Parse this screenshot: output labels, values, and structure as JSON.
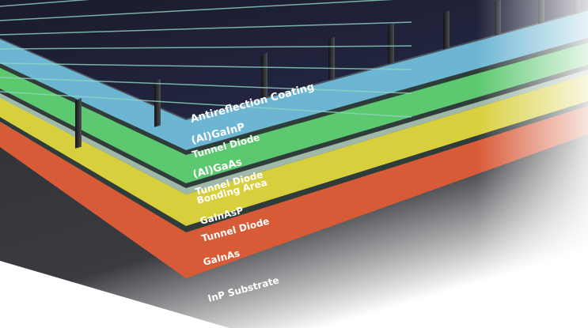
{
  "layers": [
    {
      "label": "Antireflection Coating",
      "color": "#4a5560"
    },
    {
      "label": "(Al)GaInP",
      "color": "#6db6d3"
    },
    {
      "label": "Tunnel Diode",
      "color": "#2f3d3a"
    },
    {
      "label": "(Al)GaAs",
      "color": "#5cc86f"
    },
    {
      "label": "Tunnel Diode",
      "color": "#2f3d3a"
    },
    {
      "label": "Bonding Area",
      "color": "#9fb8a8"
    },
    {
      "label": "GaInAsP",
      "color": "#d8cf3c"
    },
    {
      "label": "Tunnel Diode",
      "color": "#2f3d3a"
    },
    {
      "label": "GaInAs",
      "color": "#d85b38"
    },
    {
      "label": "InP Substrate",
      "color": "#2b2c30"
    }
  ],
  "grid_top_color": "#1d1f38",
  "finger_color": "#2a2b2e",
  "finger_line_color": "#8fd6c4"
}
